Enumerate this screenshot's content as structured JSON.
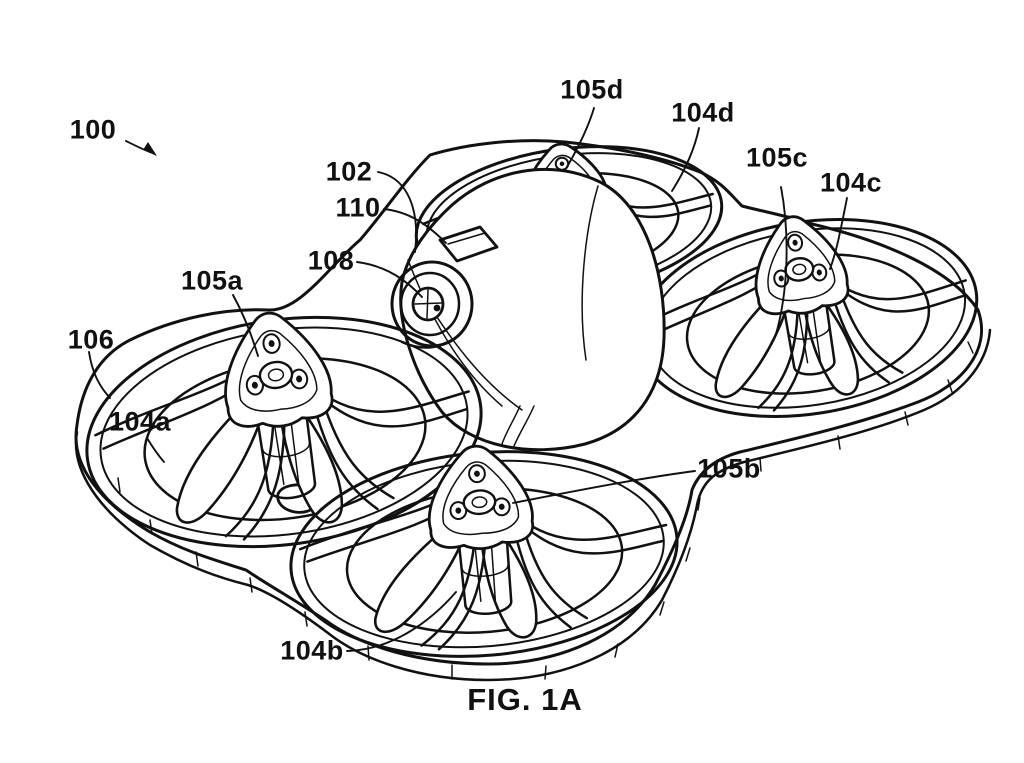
{
  "figure": {
    "caption": "FIG. 1A"
  },
  "colors": {
    "ink": "#111111",
    "background": "#ffffff"
  },
  "labels": {
    "n100": {
      "text": "100"
    },
    "n102": {
      "text": "102"
    },
    "n110": {
      "text": "110"
    },
    "n108": {
      "text": "108"
    },
    "n106": {
      "text": "106"
    },
    "n105a": {
      "text": "105a"
    },
    "n104a": {
      "text": "104a"
    },
    "n104b": {
      "text": "104b"
    },
    "n105b": {
      "text": "105b"
    },
    "n105c": {
      "text": "105c"
    },
    "n104c": {
      "text": "104c"
    },
    "n104d": {
      "text": "104d"
    },
    "n105d": {
      "text": "105d"
    }
  }
}
